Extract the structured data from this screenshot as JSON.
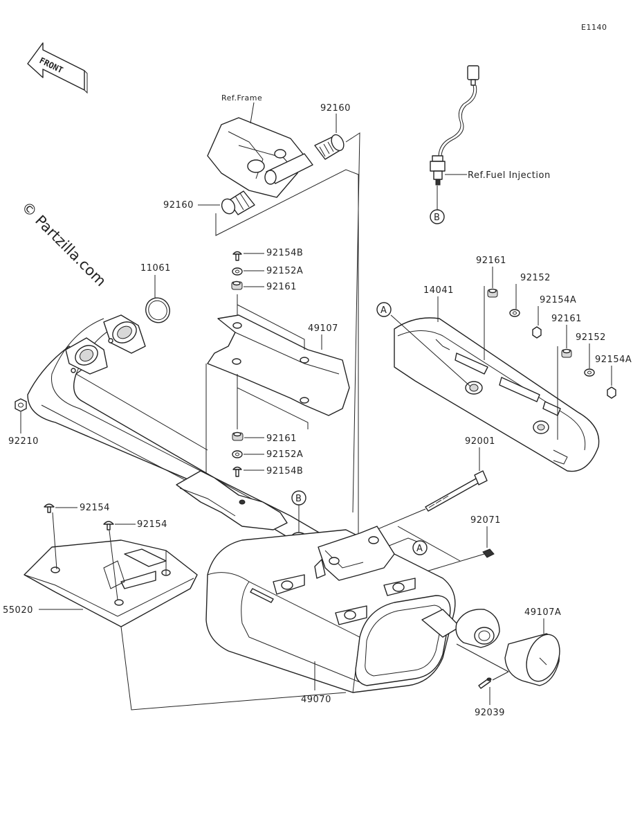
{
  "diagram_code": "E1140",
  "front_label": "FRONT",
  "watermark": "© Partzilla.com",
  "refs": {
    "frame": "Ref.Frame",
    "fuel_injection": "Ref.Fuel Injection"
  },
  "circle_markers": {
    "a": "A",
    "b": "B"
  },
  "part_numbers": {
    "p92160_top": "92160",
    "p92160_left": "92160",
    "p92154B_top": "92154B",
    "p92152A_top": "92152A",
    "p92161_top": "92161",
    "p49107": "49107",
    "p92161_mid": "92161",
    "p92152A_mid": "92152A",
    "p92154B_mid": "92154B",
    "p11061": "11061",
    "p92210": "92210",
    "p14041": "14041",
    "p92161_r1": "92161",
    "p92152_r1": "92152",
    "p92154A_r1": "92154A",
    "p92161_r2": "92161",
    "p92152_r2": "92152",
    "p92154A_r2": "92154A",
    "p92001": "92001",
    "p92071": "92071",
    "p92154_a": "92154",
    "p92154_b": "92154",
    "p55020": "55020",
    "p49070": "49070",
    "p49107A": "49107A",
    "p92039": "92039"
  }
}
